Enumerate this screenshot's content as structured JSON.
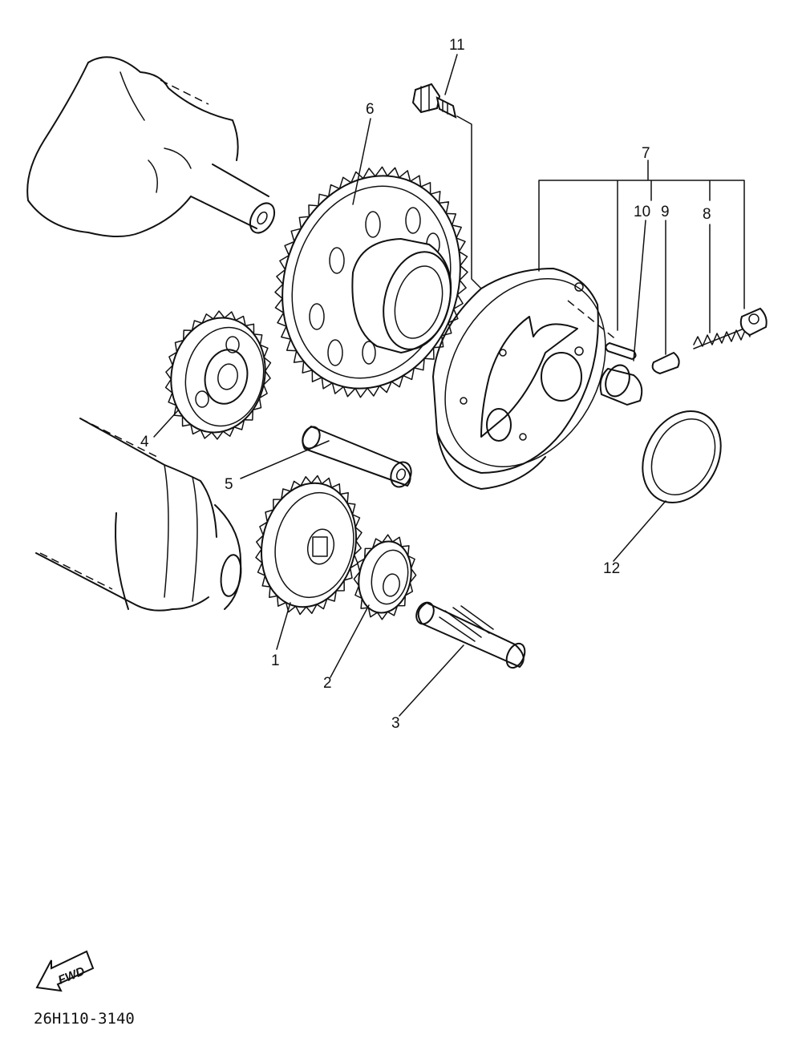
{
  "diagram": {
    "callouts": [
      {
        "id": "1",
        "label": "1"
      },
      {
        "id": "2",
        "label": "2"
      },
      {
        "id": "3",
        "label": "3"
      },
      {
        "id": "4",
        "label": "4"
      },
      {
        "id": "5",
        "label": "5"
      },
      {
        "id": "6",
        "label": "6"
      },
      {
        "id": "7",
        "label": "7"
      },
      {
        "id": "8",
        "label": "8"
      },
      {
        "id": "9",
        "label": "9"
      },
      {
        "id": "10",
        "label": "10"
      },
      {
        "id": "11",
        "label": "11"
      },
      {
        "id": "12",
        "label": "12"
      }
    ],
    "fwd_label": "FWD",
    "drawing_code": "26H110-3140"
  }
}
